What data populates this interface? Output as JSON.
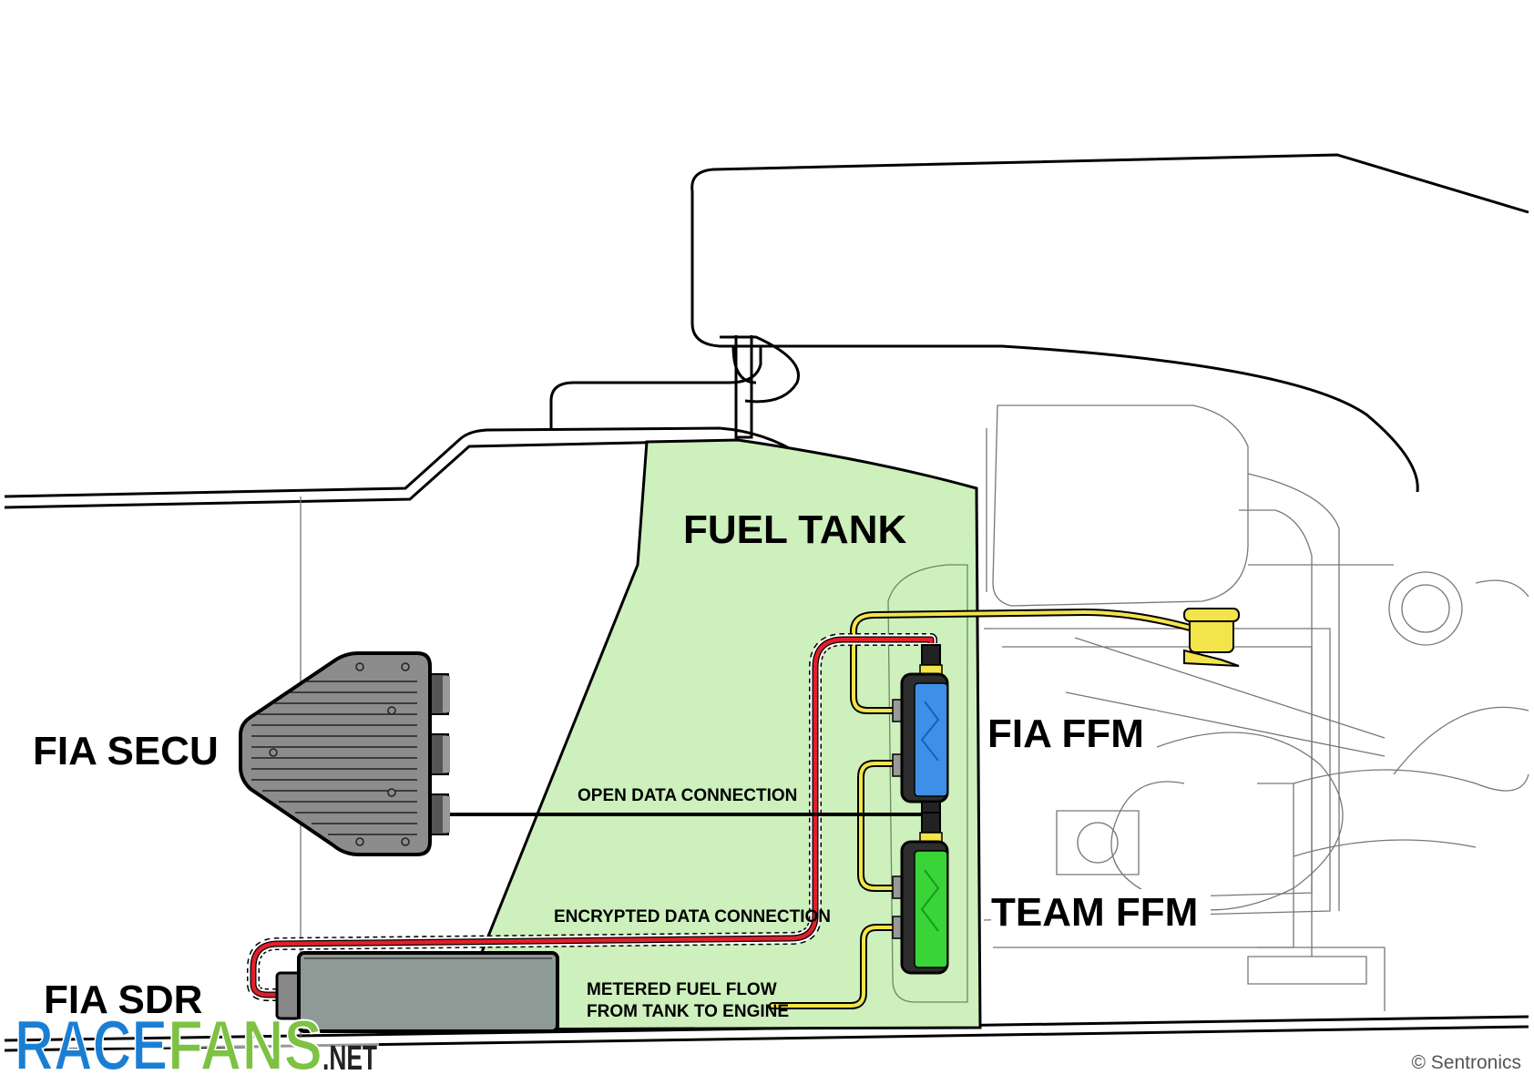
{
  "labels": {
    "fuel_tank": "FUEL TANK",
    "fia_secu": "FIA SECU",
    "fia_ffm": "FIA FFM",
    "team_ffm": "TEAM FFM",
    "fia_sdr": "FIA SDR",
    "open_data": "OPEN DATA CONNECTION",
    "encrypted_data": "ENCRYPTED DATA CONNECTION",
    "metered_line1": "METERED FUEL FLOW",
    "metered_line2": "FROM TANK TO ENGINE"
  },
  "logo": {
    "race": "RACE",
    "fans": "FANS",
    "net": ".NET"
  },
  "copyright": "© Sentronics",
  "colors": {
    "tank": "#cdf0bd",
    "fia_ffm": "#3d8fe8",
    "team_ffm": "#38d438",
    "secu": "#8c8c8c",
    "sdr": "#8d9a96",
    "fuel_line": "#f2e44a",
    "encrypted_line": "#e0202a",
    "logo_blue": "#1a7fd4",
    "logo_green": "#7dc242"
  }
}
